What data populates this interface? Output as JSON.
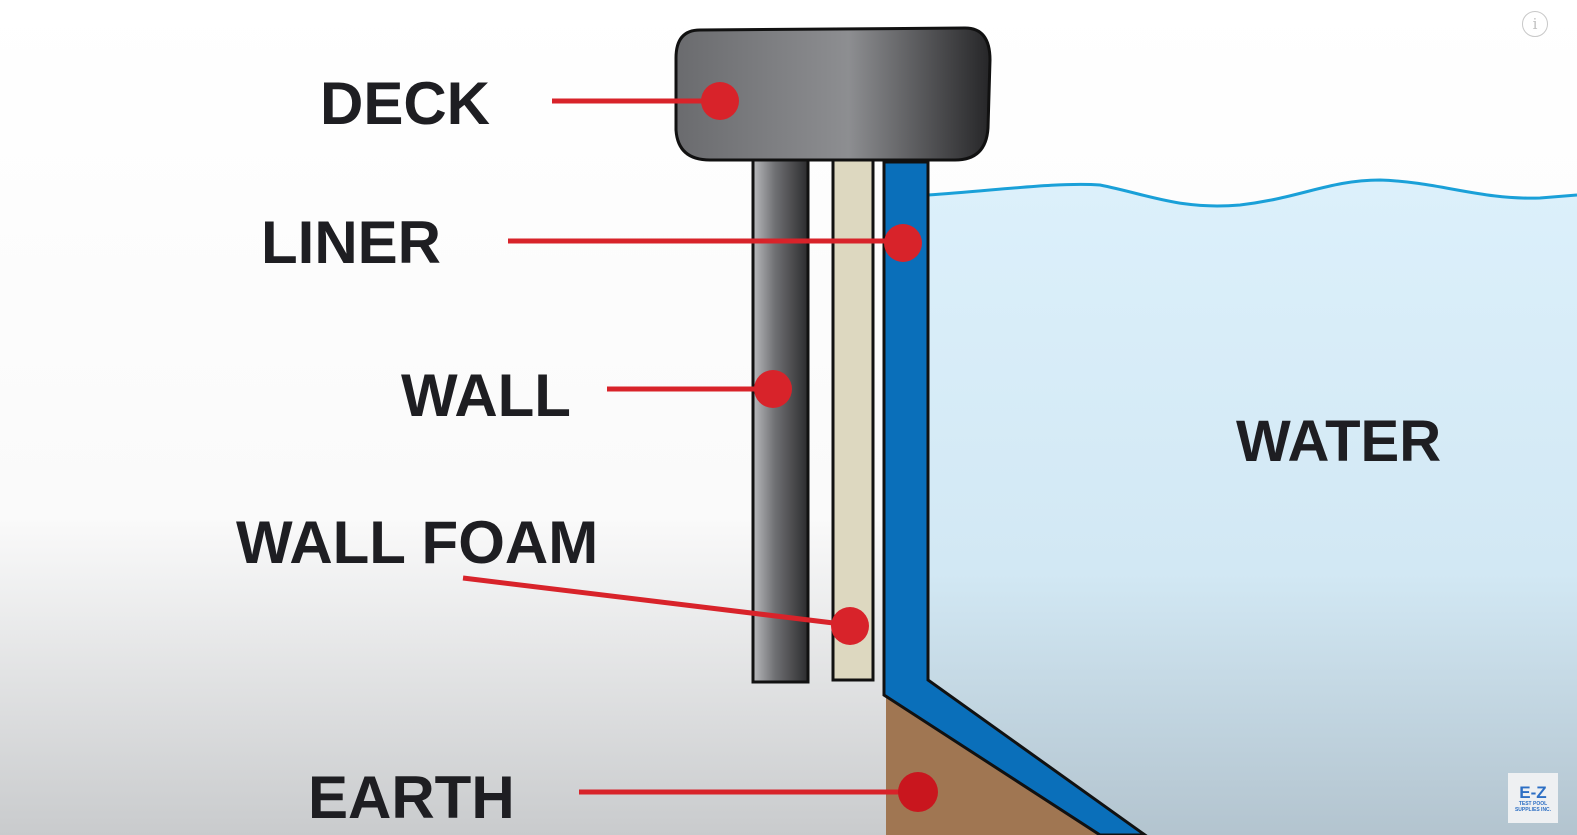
{
  "labels": {
    "deck": "DECK",
    "liner": "LINER",
    "wall": "WALL",
    "wall_foam": "WALL FOAM",
    "earth": "EARTH",
    "water": "WATER"
  },
  "logo": {
    "brand": "E-Z",
    "line1": "TEST POOL",
    "line2": "SUPPLIES INC."
  },
  "info_icon": "i",
  "colors": {
    "pointer": "#d8232a",
    "liner": "#0a6fba",
    "water": "#d8eefa",
    "earth": "#a07652",
    "foam": "#ddd8c0",
    "wave": "#1aa0d8"
  }
}
